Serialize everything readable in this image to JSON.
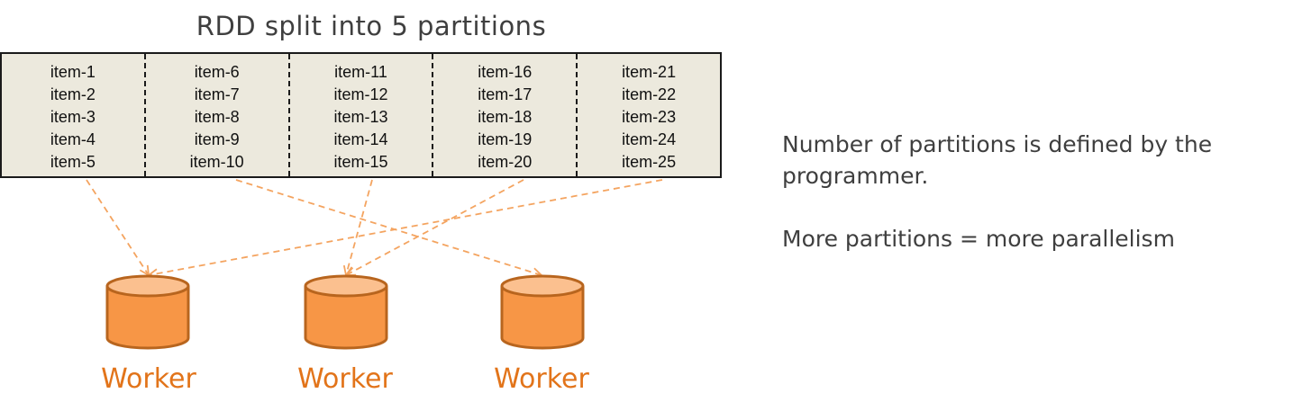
{
  "title": "RDD split into 5 partitions",
  "partitions": [
    {
      "items": [
        "item-1",
        "item-2",
        "item-3",
        "item-4",
        "item-5"
      ]
    },
    {
      "items": [
        "item-6",
        "item-7",
        "item-8",
        "item-9",
        "item-10"
      ]
    },
    {
      "items": [
        "item-11",
        "item-12",
        "item-13",
        "item-14",
        "item-15"
      ]
    },
    {
      "items": [
        "item-16",
        "item-17",
        "item-18",
        "item-19",
        "item-20"
      ]
    },
    {
      "items": [
        "item-21",
        "item-22",
        "item-23",
        "item-24",
        "item-25"
      ]
    }
  ],
  "workers": [
    {
      "label": "Worker"
    },
    {
      "label": "Worker"
    },
    {
      "label": "Worker"
    }
  ],
  "notes": {
    "line1": "Number of partitions is defined by the programmer.",
    "line2": "More partitions = more parallelism"
  },
  "colors": {
    "arrow": "#f4a460",
    "cylinder_body": "#f79646",
    "cylinder_top": "#fbc08f",
    "cylinder_stroke": "#b8651e",
    "worker_text": "#e2741a",
    "rdd_fill": "#ece9dd"
  }
}
